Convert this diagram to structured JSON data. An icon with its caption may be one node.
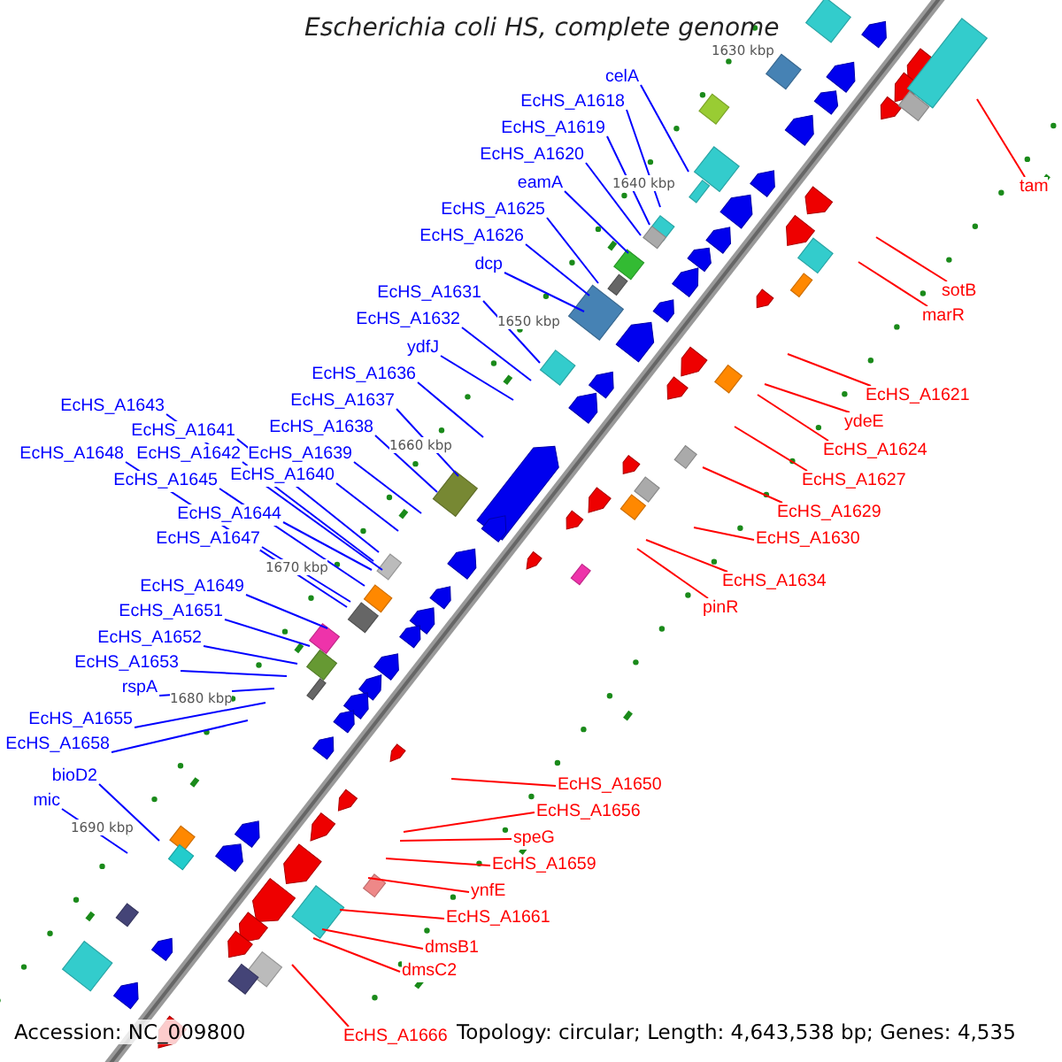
{
  "diagram": {
    "title": "Escherichia coli HS, complete genome",
    "nodes": [
      {
        "text": [
          "celA"
        ]
      },
      {
        "text": [
          "EcHS_A1618"
        ]
      },
      {
        "text": [
          "EcHS_A1619"
        ]
      },
      {
        "text": [
          "EcHS_A1620"
        ]
      },
      {
        "text": [
          "eamA"
        ]
      },
      {
        "text": [
          "EcHS_A1625"
        ]
      },
      {
        "text": [
          "EcHS_A1626"
        ]
      },
      {
        "text": [
          "dcp"
        ]
      },
      {
        "text": [
          "EcHS_A1631"
        ]
      },
      {
        "text": [
          "EcHS_A1632"
        ]
      },
      {
        "text": [
          "ydfJ"
        ]
      },
      {
        "text": [
          "EcHS_A1636"
        ]
      },
      {
        "text": [
          "EcHS_A1637"
        ]
      },
      {
        "text": [
          "EcHS_A1638"
        ]
      },
      {
        "text": [
          "EcHS_A1639"
        ]
      },
      {
        "text": [
          "EcHS_A1640"
        ]
      },
      {
        "text": [
          "EcHS_A1643"
        ]
      },
      {
        "text": [
          "EcHS_A1641"
        ]
      },
      {
        "text": [
          "EcHS_A1642"
        ]
      },
      {
        "text": [
          "EcHS_A1648"
        ]
      },
      {
        "text": [
          "EcHS_A1645"
        ]
      },
      {
        "text": [
          "EcHS_A1644"
        ]
      },
      {
        "text": [
          "EcHS_A1647"
        ]
      },
      {
        "text": [
          "EcHS_A1649"
        ]
      },
      {
        "text": [
          "EcHS_A1651"
        ]
      },
      {
        "text": [
          "EcHS_A1652"
        ]
      },
      {
        "text": [
          "EcHS_A1653"
        ]
      },
      {
        "text": [
          "rspA"
        ]
      },
      {
        "text": [
          "EcHS_A1655"
        ]
      },
      {
        "text": [
          "EcHS_A1658"
        ]
      },
      {
        "text": [
          "bioD2"
        ]
      },
      {
        "text": [
          "mic"
        ]
      },
      {
        "text": [
          "tam"
        ]
      },
      {
        "text": [
          "sotB"
        ]
      },
      {
        "text": [
          "marR"
        ]
      },
      {
        "text": [
          "EcHS_A1621"
        ]
      },
      {
        "text": [
          "ydeE"
        ]
      },
      {
        "text": [
          "EcHS_A1624"
        ]
      },
      {
        "text": [
          "EcHS_A1627"
        ]
      },
      {
        "text": [
          "EcHS_A1629"
        ]
      },
      {
        "text": [
          "EcHS_A1630"
        ]
      },
      {
        "text": [
          "EcHS_A1634"
        ]
      },
      {
        "text": [
          "pinR"
        ]
      },
      {
        "text": [
          "EcHS_A1650"
        ]
      },
      {
        "text": [
          "EcHS_A1656"
        ]
      },
      {
        "text": [
          "speG"
        ]
      },
      {
        "text": [
          "EcHS_A1659"
        ]
      },
      {
        "text": [
          "ynfE"
        ]
      },
      {
        "text": [
          "EcHS_A1661"
        ]
      },
      {
        "text": [
          "dmsB1"
        ]
      },
      {
        "text": [
          "dmsC2"
        ]
      },
      {
        "text": [
          "EcHS_A1666"
        ]
      }
    ],
    "edges": [
      {
        "from": 0,
        "to": null,
        "arrow": "none"
      },
      {
        "from": 1,
        "to": null,
        "arrow": "none"
      },
      {
        "from": 2,
        "to": null,
        "arrow": "none"
      },
      {
        "from": 3,
        "to": null,
        "arrow": "none"
      },
      {
        "from": 4,
        "to": null,
        "arrow": "none"
      },
      {
        "from": 5,
        "to": null,
        "arrow": "none"
      },
      {
        "from": 6,
        "to": null,
        "arrow": "none"
      },
      {
        "from": 7,
        "to": null,
        "arrow": "none"
      },
      {
        "from": 8,
        "to": null,
        "arrow": "none"
      },
      {
        "from": 9,
        "to": null,
        "arrow": "none"
      },
      {
        "from": 10,
        "to": null,
        "arrow": "none"
      },
      {
        "from": 11,
        "to": null,
        "arrow": "none"
      },
      {
        "from": 12,
        "to": null,
        "arrow": "none"
      },
      {
        "from": 13,
        "to": null,
        "arrow": "none"
      },
      {
        "from": 14,
        "to": null,
        "arrow": "none"
      },
      {
        "from": 15,
        "to": null,
        "arrow": "none"
      },
      {
        "from": 16,
        "to": null,
        "arrow": "none"
      },
      {
        "from": 17,
        "to": null,
        "arrow": "none"
      },
      {
        "from": 18,
        "to": null,
        "arrow": "none"
      },
      {
        "from": 19,
        "to": null,
        "arrow": "none"
      },
      {
        "from": 20,
        "to": null,
        "arrow": "none"
      },
      {
        "from": 21,
        "to": null,
        "arrow": "none"
      },
      {
        "from": 22,
        "to": null,
        "arrow": "none"
      },
      {
        "from": 23,
        "to": null,
        "arrow": "none"
      },
      {
        "from": 24,
        "to": null,
        "arrow": "none"
      },
      {
        "from": 25,
        "to": null,
        "arrow": "none"
      },
      {
        "from": 26,
        "to": null,
        "arrow": "none"
      },
      {
        "from": 27,
        "to": null,
        "arrow": "none"
      },
      {
        "from": 28,
        "to": null,
        "arrow": "none"
      },
      {
        "from": 29,
        "to": null,
        "arrow": "none"
      },
      {
        "from": 30,
        "to": null,
        "arrow": "none"
      },
      {
        "from": 31,
        "to": null,
        "arrow": "none"
      },
      {
        "from": 32,
        "to": null,
        "arrow": "none",
        "color": "#ff0000"
      },
      {
        "from": 33,
        "to": null,
        "arrow": "none",
        "color": "#ff0000"
      },
      {
        "from": 34,
        "to": null,
        "arrow": "none",
        "color": "#ff0000"
      },
      {
        "from": 35,
        "to": null,
        "arrow": "none",
        "color": "#ff0000"
      },
      {
        "from": 36,
        "to": null,
        "arrow": "none",
        "color": "#ff0000"
      },
      {
        "from": 37,
        "to": null,
        "arrow": "none",
        "color": "#ff0000"
      },
      {
        "from": 38,
        "to": null,
        "arrow": "none",
        "color": "#ff0000"
      },
      {
        "from": 39,
        "to": null,
        "arrow": "none",
        "color": "#ff0000"
      },
      {
        "from": 40,
        "to": null,
        "arrow": "none",
        "color": "#ff0000"
      },
      {
        "from": 41,
        "to": null,
        "arrow": "none",
        "color": "#ff0000"
      },
      {
        "from": 42,
        "to": null,
        "arrow": "none",
        "color": "#ff0000"
      },
      {
        "from": 43,
        "to": null,
        "arrow": "none",
        "color": "#ff0000"
      },
      {
        "from": 44,
        "to": null,
        "arrow": "none",
        "color": "#ff0000"
      },
      {
        "from": 45,
        "to": null,
        "arrow": "none",
        "color": "#ff0000"
      },
      {
        "from": 46,
        "to": null,
        "arrow": "none",
        "color": "#ff0000"
      },
      {
        "from": 47,
        "to": null,
        "arrow": "none",
        "color": "#ff0000"
      },
      {
        "from": 48,
        "to": null,
        "arrow": "none",
        "color": "#ff0000"
      },
      {
        "from": 49,
        "to": null,
        "arrow": "none",
        "color": "#ff0000"
      },
      {
        "from": 50,
        "to": null,
        "arrow": "none",
        "color": "#ff0000"
      },
      {
        "from": 51,
        "to": null,
        "arrow": "none",
        "color": "#ff0000"
      }
    ],
    "labels": [
      "1630 kbp",
      "1640 kbp",
      "1650 kbp",
      "1660 kbp",
      "1670 kbp",
      "1680 kbp",
      "1690 kbp",
      "Accession: NC_009800",
      "Topology: circular; Length: 4,643,538 bp; Genes: 4,535"
    ]
  }
}
